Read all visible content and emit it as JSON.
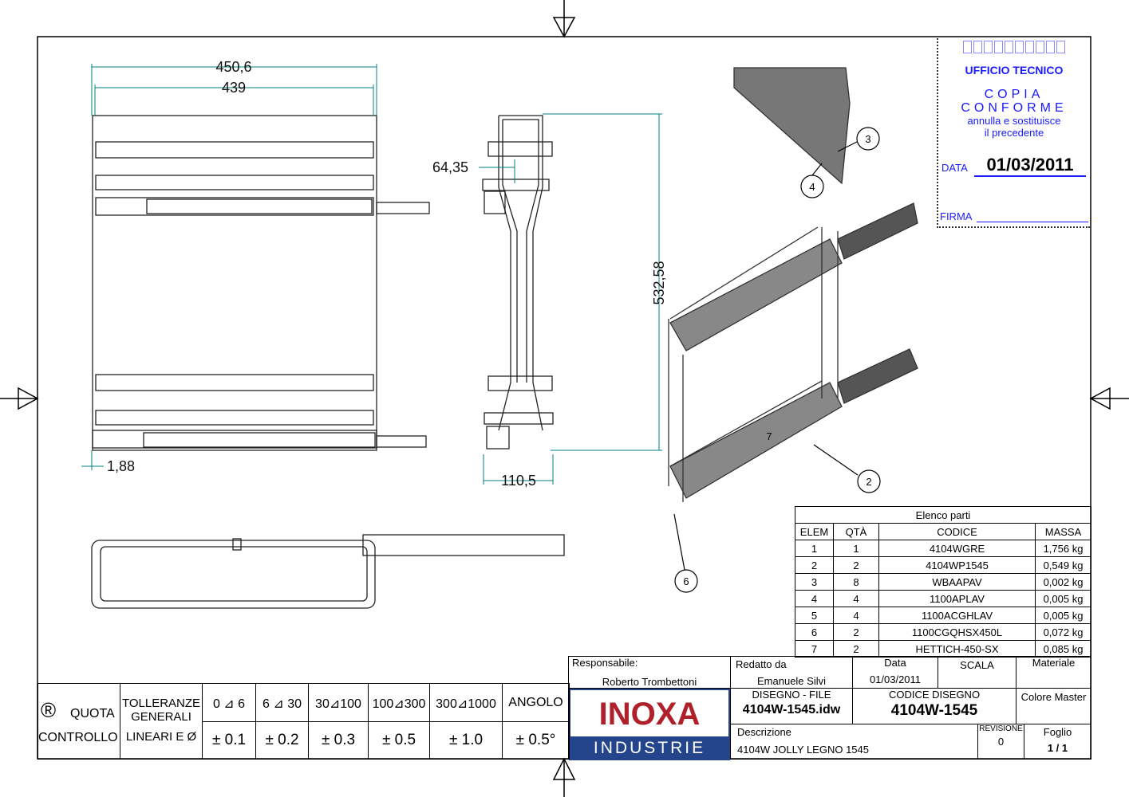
{
  "stamp": {
    "office": "UFFICIO TECNICO",
    "copy1": "COPIA",
    "copy2": "CONFORME",
    "note1": "annulla e sostituisce",
    "note2": "il precedente",
    "date_label": "DATA",
    "date": "01/03/2011",
    "sign_label": "FIRMA"
  },
  "dimensions": {
    "width_outer": "450,6",
    "width_inner": "439",
    "offset": "64,35",
    "height": "532,58",
    "gap": "1,88",
    "depth": "110,5"
  },
  "balloons": [
    "3",
    "4",
    "2",
    "6",
    "7"
  ],
  "parts": {
    "title": "Elenco parti",
    "headers": [
      "ELEM",
      "QTÀ",
      "CODICE",
      "MASSA"
    ],
    "rows": [
      [
        "1",
        "1",
        "4104WGRE",
        "1,756 kg"
      ],
      [
        "2",
        "2",
        "4104WP1545",
        "0,549 kg"
      ],
      [
        "3",
        "8",
        "WBAAPAV",
        "0,002 kg"
      ],
      [
        "4",
        "4",
        "1100APLAV",
        "0,005 kg"
      ],
      [
        "5",
        "4",
        "1100ACGHLAV",
        "0,005 kg"
      ],
      [
        "6",
        "2",
        "1100CGQHSX450L",
        "0,072 kg"
      ],
      [
        "7",
        "2",
        "HETTICH-450-SX",
        "0,085 kg"
      ]
    ]
  },
  "title_block": {
    "resp_label": "Responsabile:",
    "resp": "Roberto Trombettoni",
    "drawn_label": "Redatto  da",
    "drawn": "Emanuele Silvi",
    "date_label": "Data",
    "date": "01/03/2011",
    "scale_label": "SCALA",
    "material_label": "Materiale",
    "file_label": "DISEGNO - FILE",
    "file": "4104W-1545.idw",
    "code_label": "CODICE DISEGNO",
    "code": "4104W-1545",
    "color_label": "Colore Master",
    "desc_label": "Descrizione",
    "desc": "4104W JOLLY LEGNO 1545",
    "rev_label": "REVISIONE",
    "rev": "0",
    "sheet_label": "Foglio",
    "sheet": "1 /  1",
    "logo_top": "INOXA",
    "logo_bottom": "INDUSTRIE"
  },
  "tolerances": {
    "symbol": "®",
    "quota": "QUOTA",
    "controllo": "CONTROLLO",
    "gen1": "TOLLERANZE",
    "gen2": "GENERALI",
    "lin": "LINEARI E Ø",
    "ranges": [
      "0 ⊿ 6",
      "6 ⊿ 30",
      "30⊿100",
      "100⊿300",
      "300⊿1000",
      "ANGOLO"
    ],
    "values": [
      "± 0.1",
      "± 0.2",
      "± 0.3",
      "± 0.5",
      "± 1.0",
      "± 0.5°"
    ]
  },
  "colors": {
    "stamp": "#1a1aff",
    "dim": "#008080",
    "logo_red": "#b0202a",
    "logo_blue": "#24448c"
  }
}
